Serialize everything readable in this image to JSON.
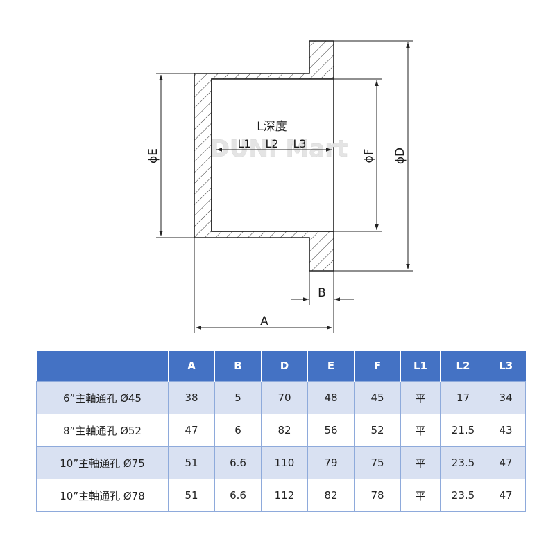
{
  "drawing": {
    "labels": {
      "depth": "L深度",
      "l1": "L1",
      "l2": "L2",
      "l3": "L3",
      "phi_e": "ϕE",
      "phi_f": "ϕF",
      "phi_d": "ϕD",
      "a": "A",
      "b": "B"
    },
    "watermark": "DUNI Mart"
  },
  "table": {
    "headers": [
      "",
      "A",
      "B",
      "D",
      "E",
      "F",
      "L1",
      "L2",
      "L3"
    ],
    "rows": [
      [
        "6”主軸通孔 Ø45",
        "38",
        "5",
        "70",
        "48",
        "45",
        "平",
        "17",
        "34"
      ],
      [
        "8”主軸通孔 Ø52",
        "47",
        "6",
        "82",
        "56",
        "52",
        "平",
        "21.5",
        "43"
      ],
      [
        "10”主軸通孔 Ø75",
        "51",
        "6.6",
        "110",
        "79",
        "75",
        "平",
        "23.5",
        "47"
      ],
      [
        "10”主軸通孔 Ø78",
        "51",
        "6.6",
        "112",
        "82",
        "78",
        "平",
        "23.5",
        "47"
      ]
    ]
  },
  "colors": {
    "header_bg": "#4472c4",
    "row_alt_bg": "#d9e1f2",
    "grid": "#8eaadb"
  }
}
